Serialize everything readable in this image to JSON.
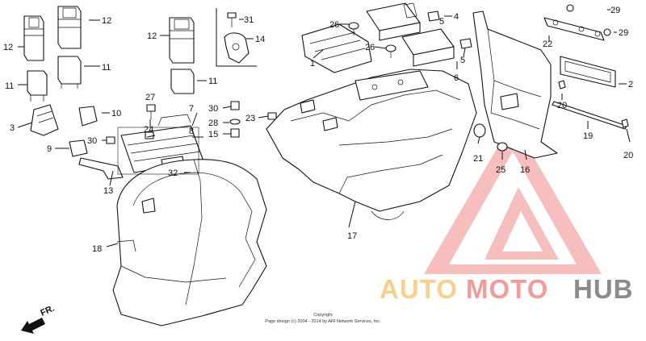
{
  "labels": {
    "l1": "1",
    "l2": "2",
    "l3": "3",
    "l4": "4",
    "l5a": "5",
    "l5b": "5",
    "l6": "6",
    "l7": "7",
    "l8": "8",
    "l9": "9",
    "l10": "10",
    "l11a": "11",
    "l11b": "11",
    "l11c": "11",
    "l12a": "12",
    "l12b": "12",
    "l12c": "12",
    "l13": "13",
    "l14": "14",
    "l15": "15",
    "l16": "16",
    "l17": "17",
    "l18": "18",
    "l19": "19",
    "l20a": "20",
    "l20b": "20",
    "l21": "21",
    "l22": "22",
    "l23": "23",
    "l24": "24",
    "l25": "25",
    "l26a": "26",
    "l26b": "26",
    "l27": "27",
    "l28": "28",
    "l29a": "29",
    "l29b": "29",
    "l30a": "30",
    "l30b": "30",
    "l31": "31",
    "l32": "32"
  },
  "direction_marker": "FR.",
  "copyright": {
    "line1": "Copyright",
    "line2": "Page design (c) 2004 - 2014 by ARI Network Services, Inc."
  },
  "watermark": {
    "part1": "AUTO",
    "part2": "MOTO",
    "part3": "HUB",
    "triangle_color": "#f08a8a",
    "auto_color": "#f7c77a",
    "moto_color": "#f08a8a",
    "hub_color": "#777777"
  }
}
